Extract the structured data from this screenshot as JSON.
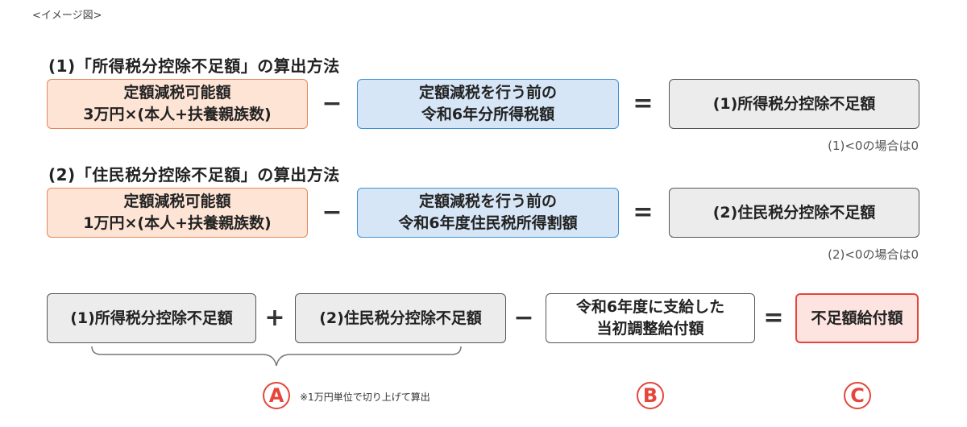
{
  "caption": "<イメージ図>",
  "section1": {
    "heading": "(1)「所得税分控除不足額」の算出方法",
    "box_a_line1": "定額減税可能額",
    "box_a_line2": "3万円×(本人+扶養親族数)",
    "op_minus": "−",
    "box_b_line1": "定額減税を行う前の",
    "box_b_line2": "令和6年分所得税額",
    "op_equals": "=",
    "result": "(1)所得税分控除不足額",
    "note": "(1)<0の場合は0"
  },
  "section2": {
    "heading": "(2)「住民税分控除不足額」の算出方法",
    "box_a_line1": "定額減税可能額",
    "box_a_line2": "1万円×(本人+扶養親族数)",
    "op_minus": "−",
    "box_b_line1": "定額減税を行う前の",
    "box_b_line2": "令和6年度住民税所得割額",
    "op_equals": "=",
    "result": "(2)住民税分控除不足額",
    "note": "(2)<0の場合は0"
  },
  "formula": {
    "term1": "(1)所得税分控除不足額",
    "op_plus": "+",
    "term2": "(2)住民税分控除不足額",
    "op_minus": "−",
    "term3_line1": "令和6年度に支給した",
    "term3_line2": "当初調整給付額",
    "op_equals": "=",
    "result": "不足額給付額"
  },
  "labels": {
    "a": "A",
    "a_note": "※1万円単位で切り上げて算出",
    "b": "B",
    "c": "C"
  },
  "colors": {
    "orange_fill": "#fde4d5",
    "orange_border": "#e8875a",
    "blue_fill": "#d6e6f6",
    "blue_border": "#3f93d3",
    "gray_fill": "#ececec",
    "red_accent": "#e5453a"
  }
}
